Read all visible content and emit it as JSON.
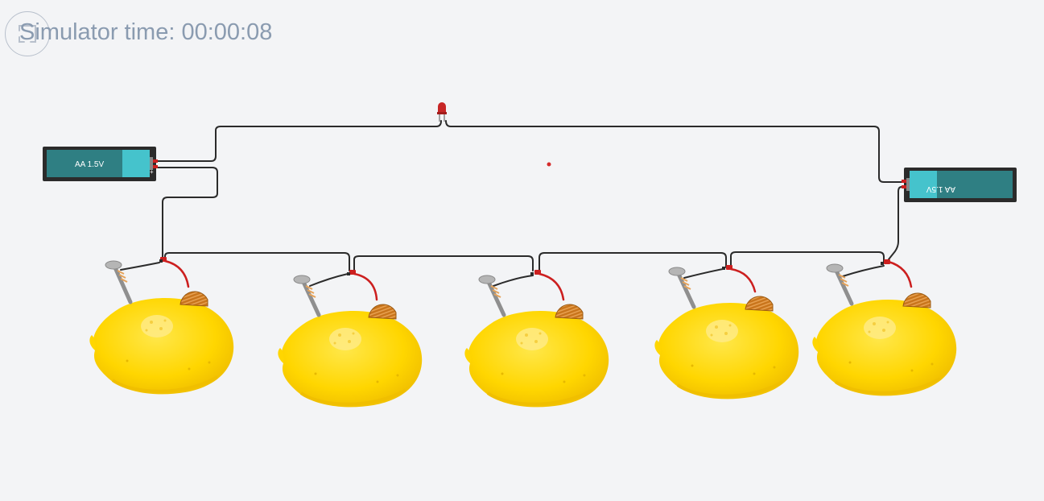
{
  "simulator": {
    "time_label": "Simulator time: 00:00:08"
  },
  "batteries": [
    {
      "label": "AA 1.5V",
      "plus": "+",
      "minus": "-"
    },
    {
      "label": "AA 1.5V",
      "plus": "+",
      "minus": "-"
    }
  ],
  "colors": {
    "background": "#f3f4f6",
    "wire": "#2b2b2b",
    "wire_red": "#cc1f1f",
    "battery_body": "#2f7f83",
    "battery_cap": "#45c3cc",
    "lemon": "#ffd600",
    "led": "#c72626"
  },
  "icons": {
    "fit_view": "fit-to-view-icon",
    "led": "red-led-icon",
    "nail": "zinc-nail-icon",
    "coin": "copper-coin-icon"
  }
}
